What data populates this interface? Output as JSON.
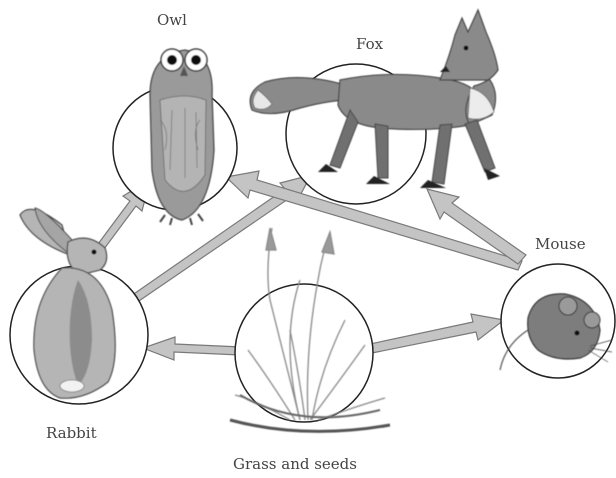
{
  "diagram": {
    "labels": {
      "owl": "Owl",
      "fox": "Fox",
      "mouse": "Mouse",
      "rabbit": "Rabbit",
      "grass": "Grass and seeds"
    },
    "colors": {
      "arrow_fill": "#c4c4c4",
      "arrow_stroke": "#7a7a7a",
      "circle_stroke": "#222222",
      "fox_fur": "#8a8a8a",
      "owl_body": "#9a9a9a",
      "rabbit_body": "#b5b5b5",
      "mouse_body": "#7d7d7d",
      "grass": "#9a9a9a"
    }
  }
}
